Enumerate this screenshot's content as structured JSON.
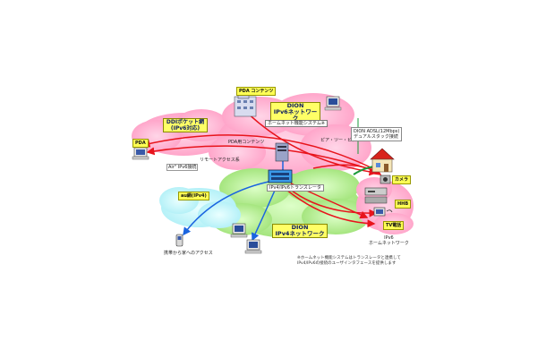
{
  "diagram": {
    "pda_contents": "PDA コンテンツ",
    "dion_v6": [
      "DION",
      "IPv6ネットワーク"
    ],
    "home_system": "ホームネット機能システム※",
    "ddi_network": [
      "DDIポケット網",
      "(IPv6対応)"
    ],
    "pda": "PDA",
    "pda_contents_small": "PDA用コンテンツ",
    "air_ipv6": "Air\" IPv6接続",
    "remote_access": "リモートアクセス系",
    "peer_to_peer": "ピア・ツー・ピア",
    "dion_adsl": [
      "DION ADSL(12Mbps)",
      "デュアルスタック接続"
    ],
    "camera": "カメラ",
    "translator": "IPv4/IPv6トランスレータ",
    "au_network": "au網(IPv4)",
    "dion_v4": [
      "DION",
      "IPv4ネットワーク"
    ],
    "hhb": "HHB",
    "tv_phone": "TV電話",
    "home_network": [
      "IPv6",
      "ホームネットワーク"
    ],
    "mobile_access": "携帯から家へのアクセス",
    "footnote": [
      "※ホームネット機能システムはトランスレータと連携して",
      "IPv4/IPv6の接続のユーザインタフェースを提供します"
    ]
  }
}
